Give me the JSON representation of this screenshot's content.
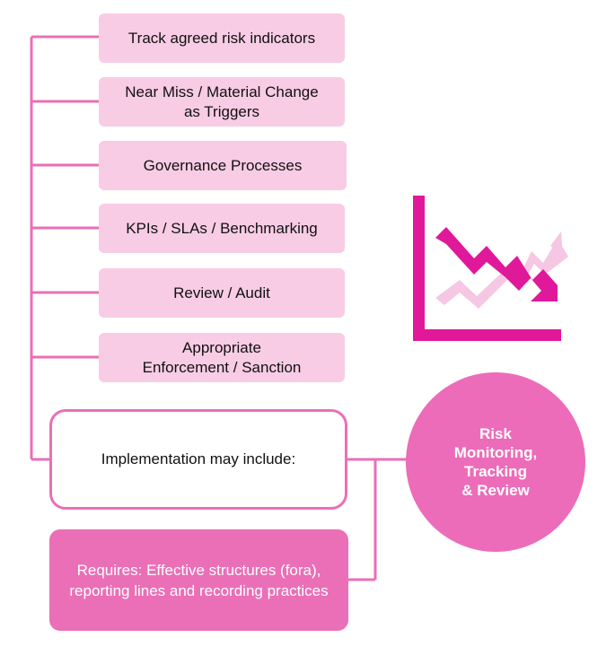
{
  "items": [
    "Track agreed risk indicators",
    "Near Miss / Material Change\nas Triggers",
    "Governance Processes",
    "KPIs / SLAs / Benchmarking",
    "Review / Audit",
    "Appropriate\nEnforcement / Sanction"
  ],
  "implementation_label": "Implementation may include:",
  "requires_label": "Requires: Effective structures (fora), reporting lines and recording practices",
  "circle_label": "Risk\nMonitoring,\nTracking\n& Review",
  "icon": "declining-trend-chart-icon",
  "colors": {
    "accent": "#ea6fb7",
    "item_fill": "#f8cce5",
    "icon_magenta": "#e0189a",
    "icon_light": "#f6c7e2"
  }
}
